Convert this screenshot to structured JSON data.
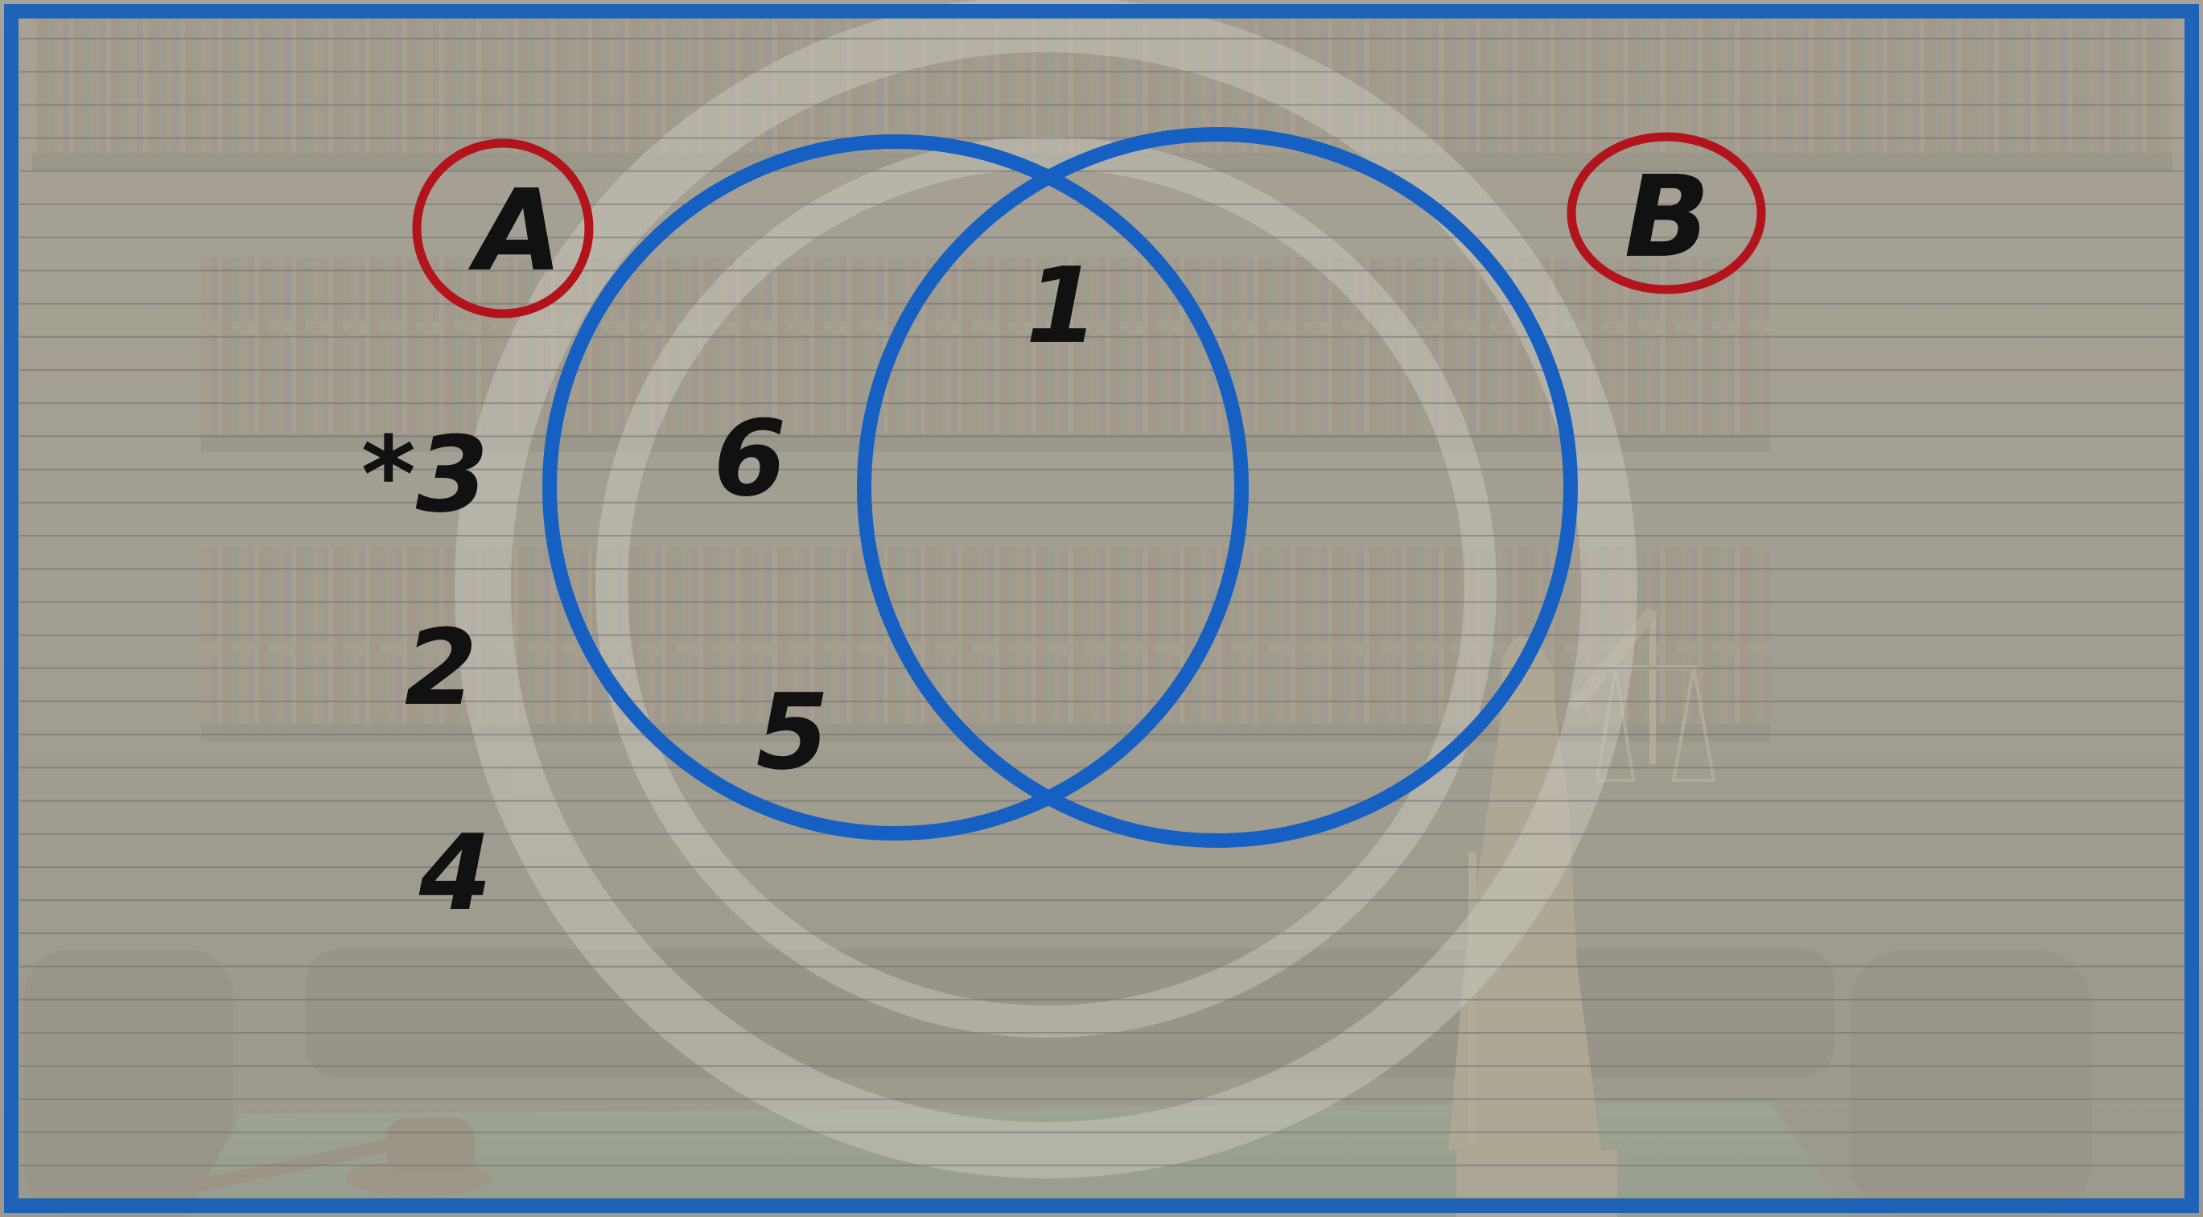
{
  "colors": {
    "frame": "#1f63b8",
    "paper": "#b6b3a6",
    "rule_line": "#6f6f70",
    "venn_circle": "#1560c2",
    "label_ring": "#b3141c",
    "ink": "#111111"
  },
  "sets": {
    "a_label": "A",
    "b_label": "B"
  },
  "numbers": {
    "intersection": "1",
    "a_only": "6",
    "a_only_lower": "5",
    "outside_starred": "*3",
    "outside_2": "2",
    "outside_4": "4"
  },
  "background": {
    "scene": "law-library-bookshelves",
    "icons": [
      "bookshelf-icon",
      "justice-statue-icon",
      "gavel-icon",
      "armchair-icon"
    ]
  }
}
